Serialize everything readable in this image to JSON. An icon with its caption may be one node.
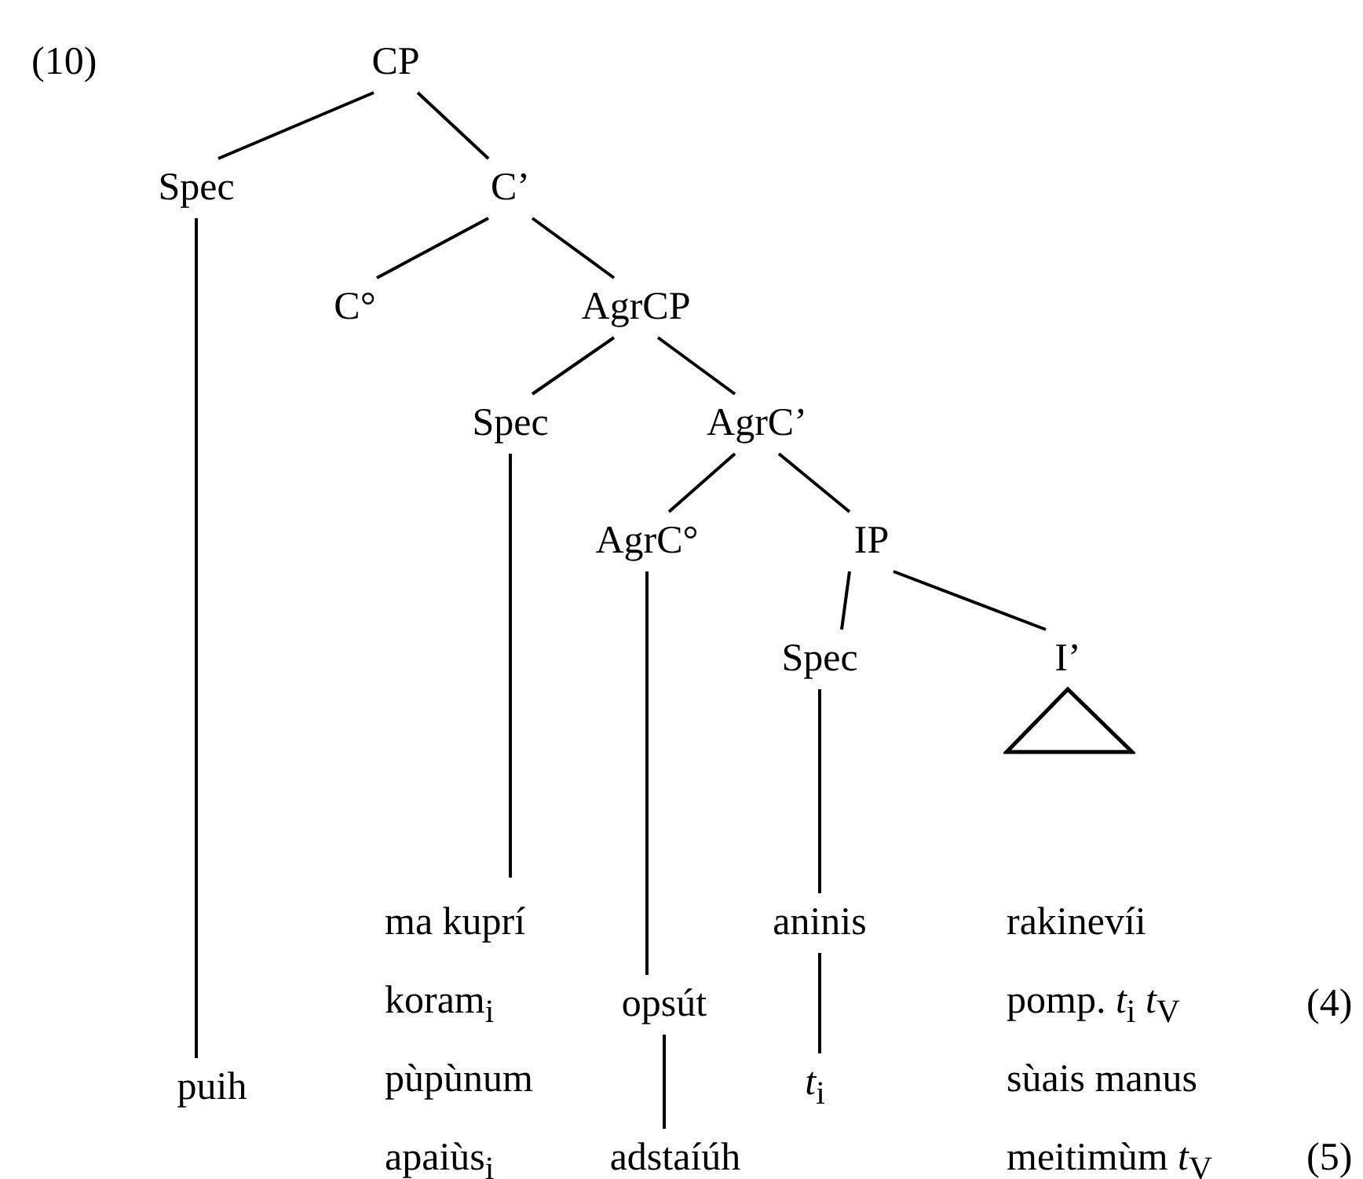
{
  "diagram": {
    "nodes": [
      {
        "text": [
          "CP"
        ]
      },
      {
        "text": [
          "Spec"
        ]
      },
      {
        "text": [
          "C’"
        ]
      },
      {
        "text": [
          "C°"
        ]
      },
      {
        "text": [
          "AgrCP"
        ]
      },
      {
        "text": [
          "Spec"
        ]
      },
      {
        "text": [
          "AgrC’"
        ]
      },
      {
        "text": [
          "AgrC°"
        ]
      },
      {
        "text": [
          "IP"
        ]
      },
      {
        "text": [
          "Spec"
        ]
      },
      {
        "text": [
          "I’"
        ]
      },
      {
        "text": [
          "puih"
        ]
      },
      {
        "text": [
          "ma kuprí",
          "koram$_{i}$",
          "pùpùnum",
          "apaiùs$_{i}$"
        ]
      },
      {
        "text": [
          "opsút"
        ]
      },
      {
        "text": [
          "adstaíúh"
        ]
      },
      {
        "text": [
          "aninis"
        ]
      },
      {
        "text": [
          "*t*$_{i}$"
        ]
      },
      {
        "text": [],
        "shape": "triangle"
      },
      {
        "text": [
          "rakinevíi",
          "pomp. *t*$_{i}$ *t*$_{V}$",
          "sùais manus",
          "meitimùm *t*$_{V}$"
        ]
      }
    ],
    "edges": [
      {
        "from": 0,
        "to": 1,
        "arrow": "none"
      },
      {
        "from": 0,
        "to": 2,
        "arrow": "none"
      },
      {
        "from": 2,
        "to": 3,
        "arrow": "none"
      },
      {
        "from": 2,
        "to": 4,
        "arrow": "none"
      },
      {
        "from": 4,
        "to": 5,
        "arrow": "none"
      },
      {
        "from": 4,
        "to": 6,
        "arrow": "none"
      },
      {
        "from": 6,
        "to": 7,
        "arrow": "none"
      },
      {
        "from": 6,
        "to": 8,
        "arrow": "none"
      },
      {
        "from": 8,
        "to": 9,
        "arrow": "none"
      },
      {
        "from": 8,
        "to": 10,
        "arrow": "none"
      },
      {
        "from": 1,
        "to": 11,
        "arrow": "none"
      },
      {
        "from": 5,
        "to": 12,
        "arrow": "none"
      },
      {
        "from": 7,
        "to": 13,
        "arrow": "none"
      },
      {
        "from": 13,
        "to": 14,
        "arrow": "none"
      },
      {
        "from": 9,
        "to": 15,
        "arrow": "none"
      },
      {
        "from": 15,
        "to": 16,
        "arrow": "none"
      }
    ],
    "labels": [
      "(10)",
      "(4)",
      "(5)"
    ]
  }
}
